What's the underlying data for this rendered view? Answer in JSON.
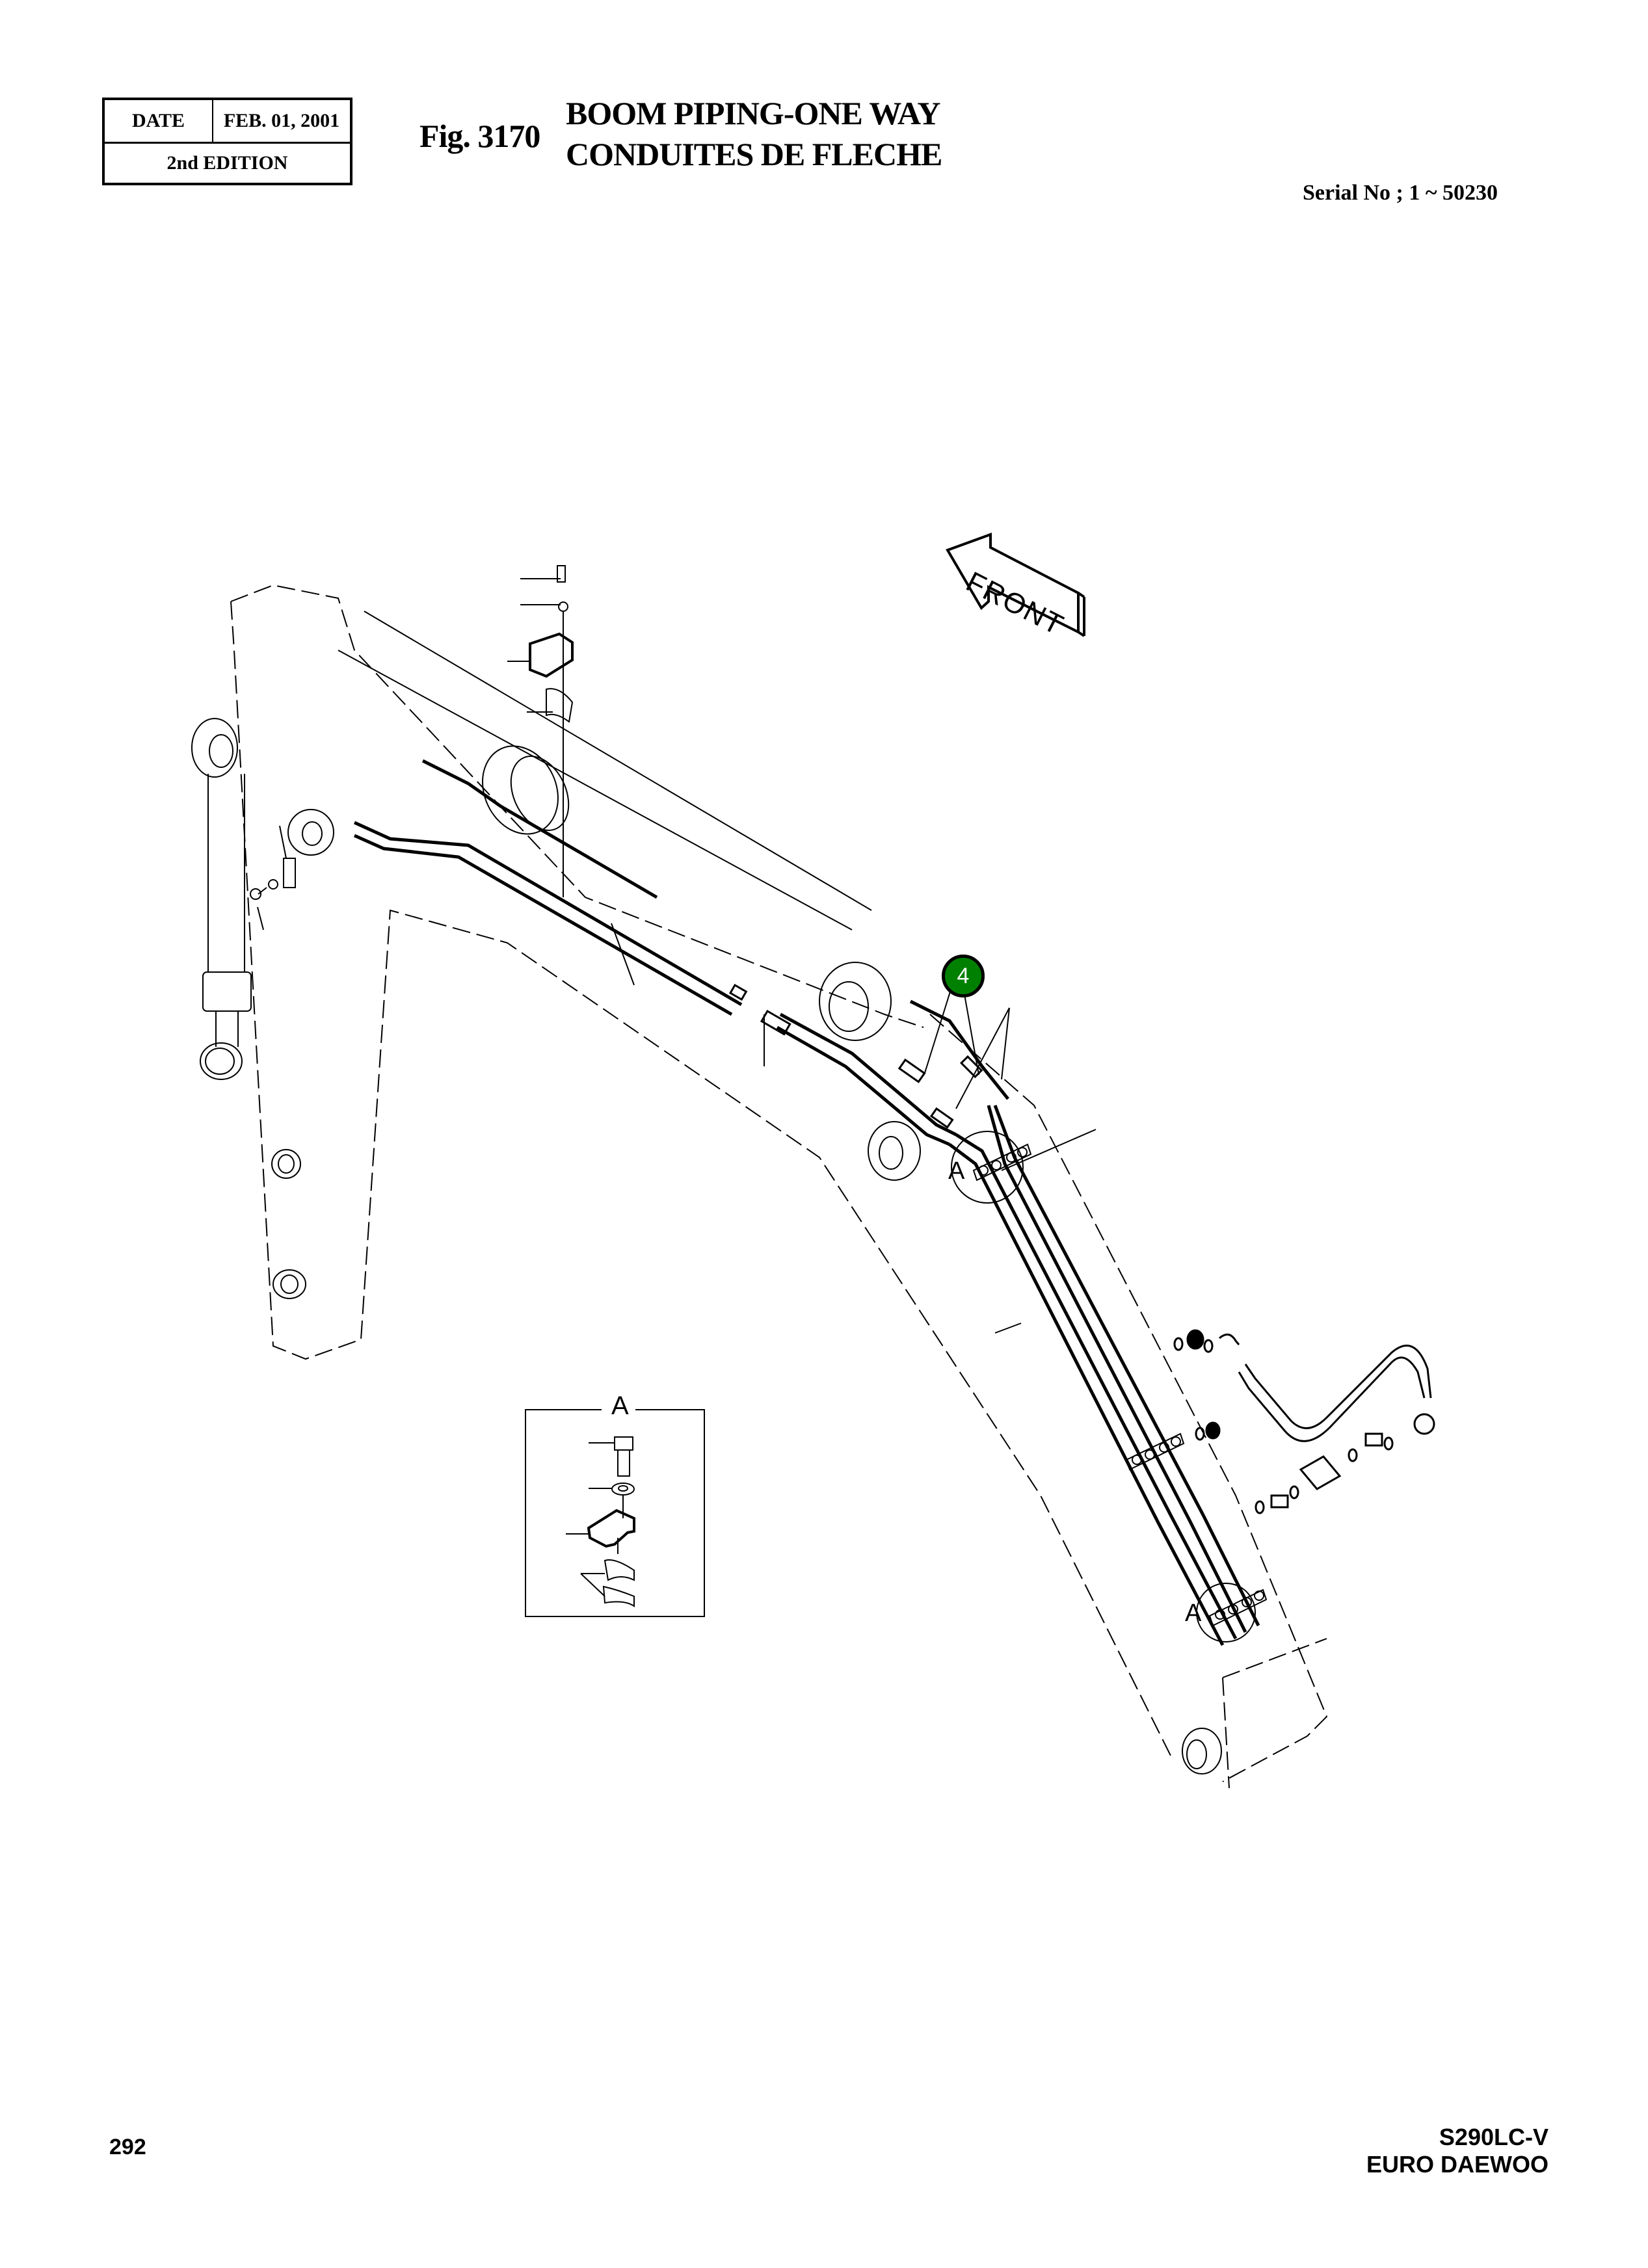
{
  "header": {
    "date_label": "DATE",
    "date_value": "FEB. 01, 2001",
    "edition": "2nd EDITION",
    "figure_number": "Fig. 3170",
    "title_en": "BOOM PIPING-ONE WAY",
    "title_fr": "CONDUITES DE FLECHE",
    "serial": "Serial No ; 1 ~ 50230"
  },
  "diagram": {
    "direction_arrow_label": "FRONT",
    "callouts": [
      {
        "number": "4",
        "color": "#008000"
      }
    ],
    "section_labels": [
      "A",
      "A",
      "A"
    ],
    "detail_view": {
      "label": "A",
      "parts": [
        "bolt",
        "washer",
        "clamp",
        "split bushing"
      ]
    }
  },
  "footer": {
    "page_number": "292",
    "model": "S290LC-V",
    "brand": "EURO DAEWOO"
  }
}
